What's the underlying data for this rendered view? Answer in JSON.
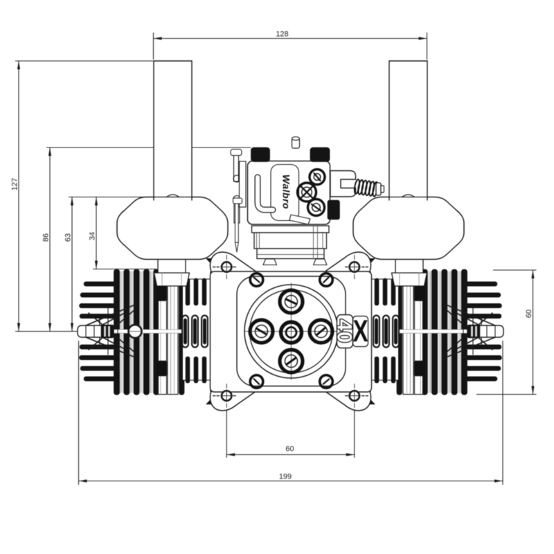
{
  "drawing": {
    "background_color": "#ffffff",
    "line_color": "#1a1a1a",
    "view": "twin-cylinder engine rear-view dimensioned drawing"
  },
  "engine": {
    "carburetor_brand": "Walbro",
    "model_number": "40",
    "logo_letter": "X"
  },
  "dimensions": {
    "top_width": {
      "value": "128"
    },
    "overall_height": {
      "value": "127"
    },
    "carb_height": {
      "value": "86"
    },
    "muffler_height": {
      "value": "63"
    },
    "muffler_to_fins": {
      "value": "34"
    },
    "fin_height": {
      "value": "60"
    },
    "mount_hole_spacing": {
      "value": "60"
    },
    "overall_width": {
      "value": "199"
    }
  }
}
